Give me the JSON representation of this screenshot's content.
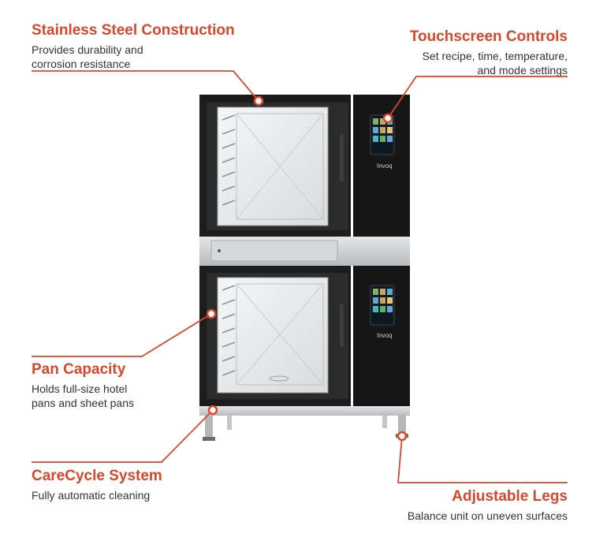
{
  "callouts": {
    "steel": {
      "title": "Stainless Steel Construction",
      "desc_line1": "Provides durability and",
      "desc_line2": "corrosion resistance"
    },
    "touch": {
      "title": "Touchscreen Controls",
      "desc_line1": "Set recipe, time, temperature,",
      "desc_line2": "and mode settings"
    },
    "pan": {
      "title": "Pan Capacity",
      "desc_line1": "Holds full-size hotel",
      "desc_line2": "pans and sheet pans"
    },
    "care": {
      "title": "CareCycle System",
      "desc_line1": "Fully automatic cleaning"
    },
    "legs": {
      "title": "Adjustable Legs",
      "desc_line1": "Balance unit on uneven surfaces"
    }
  },
  "oven": {
    "brand": "Invoq",
    "colors": {
      "accent": "#d9472b",
      "body": "#1a1a1a",
      "steel": "#c9cbcd",
      "glass": "#e9ecee"
    }
  }
}
